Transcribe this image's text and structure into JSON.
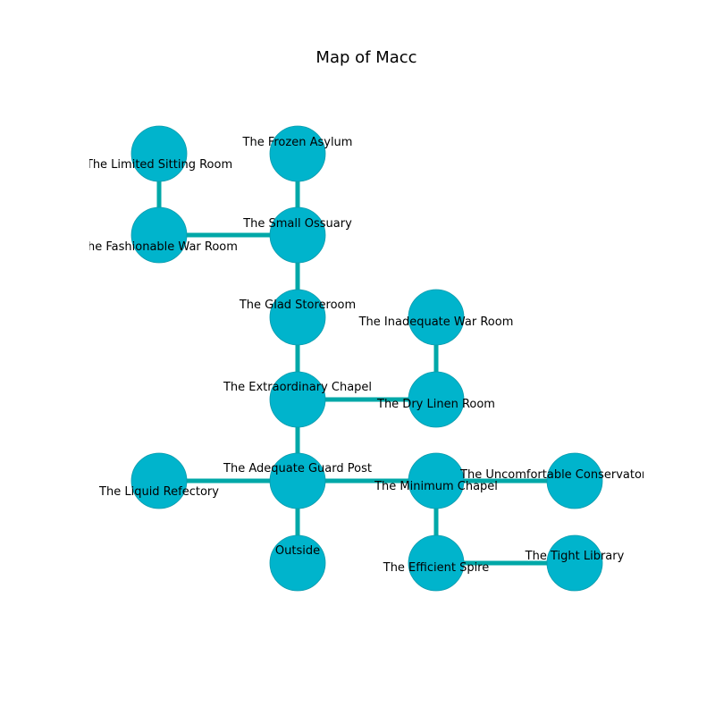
{
  "title": "Map of Macc",
  "colors": {
    "node_fill": "#00b4cc",
    "node_stroke": "#0a9aac",
    "edge": "#00a8a8",
    "text": "#000000"
  },
  "rooms": [
    {
      "id": "limited_sitting",
      "label": "The Limited Sitting Room"
    },
    {
      "id": "frozen_asylum",
      "label": "The Frozen Asylum"
    },
    {
      "id": "fashionable_war",
      "label": "The Fashionable War Room"
    },
    {
      "id": "small_ossuary",
      "label": "The Small Ossuary"
    },
    {
      "id": "glad_storeroom",
      "label": "The Glad Storeroom"
    },
    {
      "id": "inadequate_war",
      "label": "The Inadequate War Room"
    },
    {
      "id": "extraordinary_chapel",
      "label": "The Extraordinary Chapel"
    },
    {
      "id": "dry_linen",
      "label": "The Dry Linen Room"
    },
    {
      "id": "liquid_refectory",
      "label": "The Liquid Refectory"
    },
    {
      "id": "adequate_guard",
      "label": "The Adequate Guard Post"
    },
    {
      "id": "minimum_chapel",
      "label": "The Minimum Chapel"
    },
    {
      "id": "uncomfortable_conserv",
      "label": "The Uncomfortable Conservatory"
    },
    {
      "id": "outside",
      "label": "Outside"
    },
    {
      "id": "efficient_spire",
      "label": "The Efficient Spire"
    },
    {
      "id": "tight_library",
      "label": "The Tight Library"
    }
  ],
  "connections": [
    [
      "limited_sitting",
      "fashionable_war"
    ],
    [
      "fashionable_war",
      "small_ossuary"
    ],
    [
      "frozen_asylum",
      "small_ossuary"
    ],
    [
      "small_ossuary",
      "glad_storeroom"
    ],
    [
      "glad_storeroom",
      "extraordinary_chapel"
    ],
    [
      "inadequate_war",
      "dry_linen"
    ],
    [
      "extraordinary_chapel",
      "dry_linen"
    ],
    [
      "extraordinary_chapel",
      "adequate_guard"
    ],
    [
      "liquid_refectory",
      "adequate_guard"
    ],
    [
      "adequate_guard",
      "minimum_chapel"
    ],
    [
      "adequate_guard",
      "outside"
    ],
    [
      "minimum_chapel",
      "uncomfortable_conserv"
    ],
    [
      "minimum_chapel",
      "efficient_spire"
    ],
    [
      "efficient_spire",
      "tight_library"
    ]
  ]
}
